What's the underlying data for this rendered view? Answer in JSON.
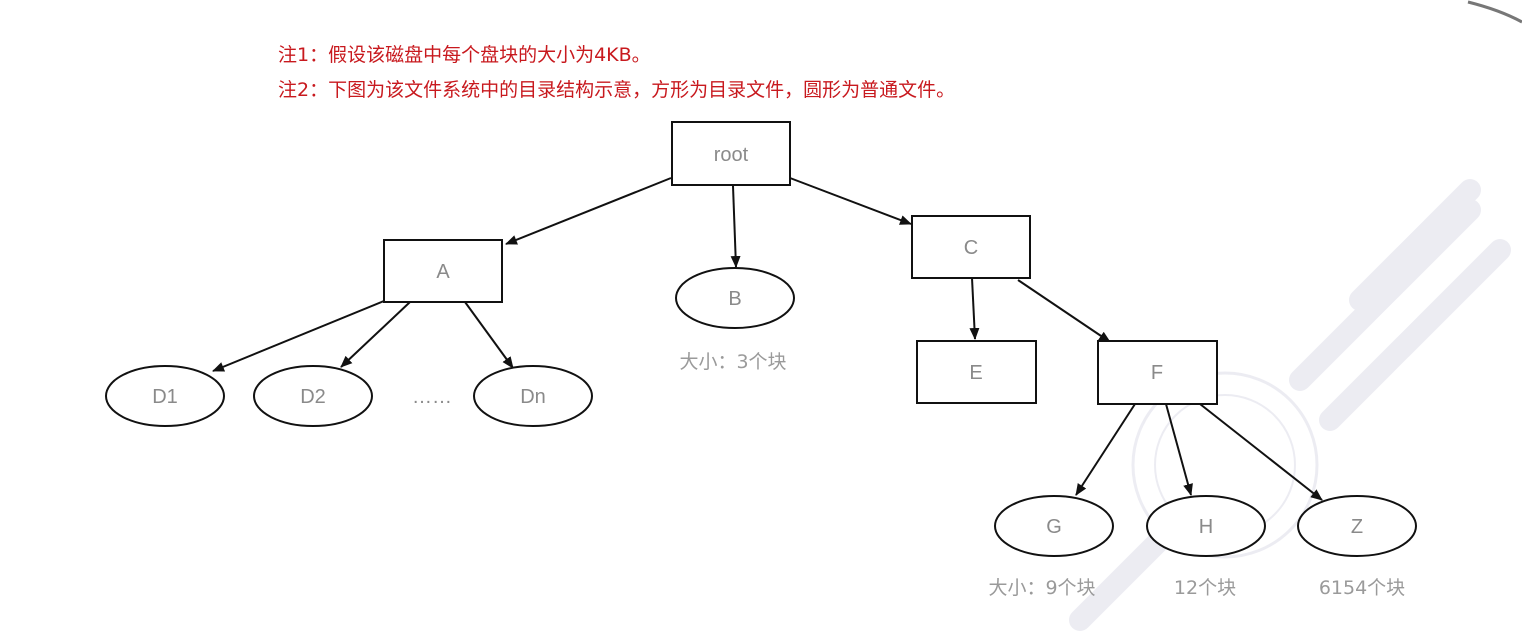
{
  "notes": {
    "note1": "注1：假设该磁盘中每个盘块的大小为4KB。",
    "note2": "注2：下图为该文件系统中的目录结构示意，方形为目录文件，圆形为普通文件。"
  },
  "tree": {
    "root": "root",
    "A": "A",
    "B": "B",
    "C": "C",
    "D1": "D1",
    "D2": "D2",
    "ellipsis": "……",
    "Dn": "Dn",
    "E": "E",
    "F": "F",
    "G": "G",
    "H": "H",
    "Z": "Z"
  },
  "captions": {
    "B_size": "大小：3个块",
    "G_size": "大小：9个块",
    "H_size": "12个块",
    "Z_size": "6154个块"
  },
  "colors": {
    "note_text": "#c8191e",
    "node_label": "#8a8a8a",
    "outline": "#111111"
  }
}
